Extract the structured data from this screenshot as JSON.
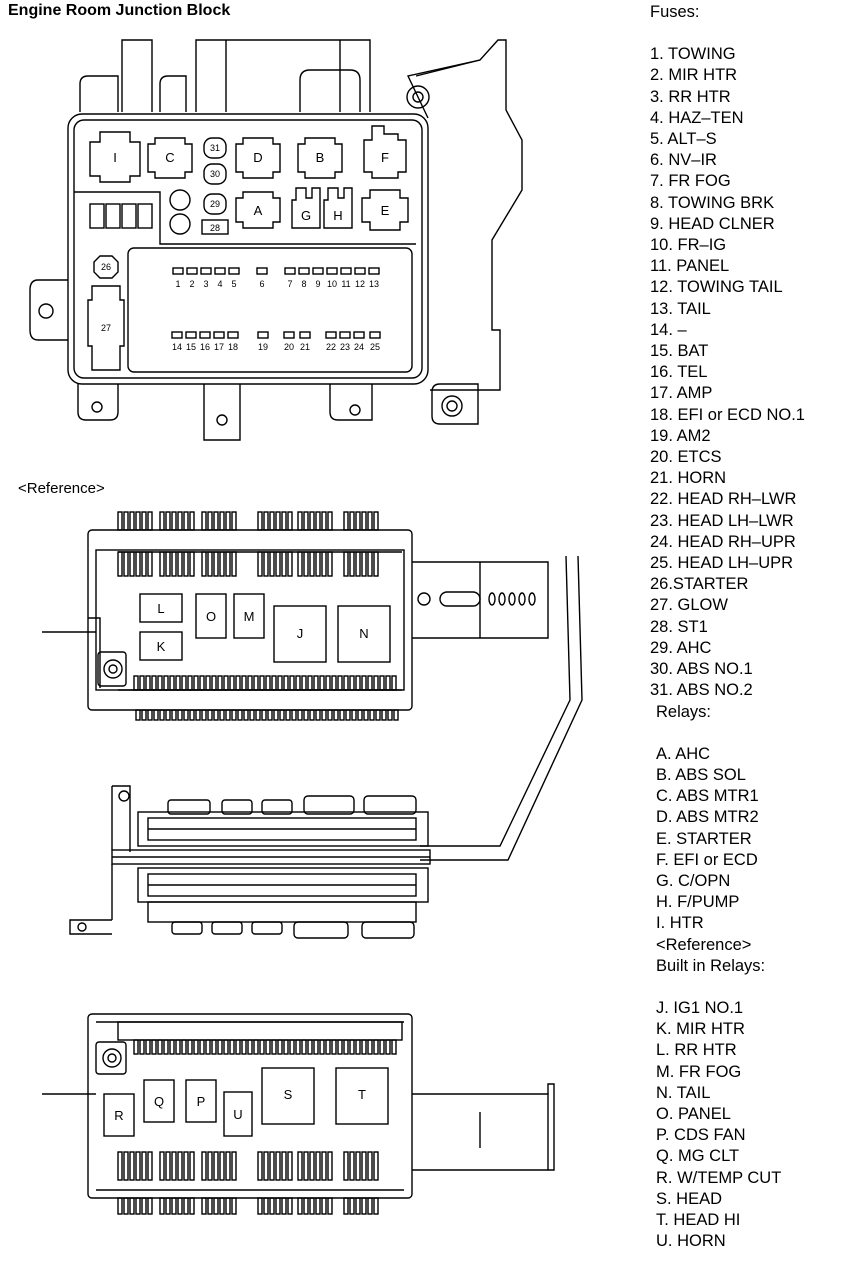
{
  "title": "Engine Room Junction Block",
  "reference_label": "<Reference>",
  "fuses_header": "Fuses:",
  "fuses": [
    "1. TOWING",
    "2. MIR HTR",
    "3. RR HTR",
    "4. HAZ–TEN",
    "5. ALT–S",
    "6. NV–IR",
    "7. FR FOG",
    "8. TOWING BRK",
    "9. HEAD CLNER",
    "10. FR–IG",
    "11. PANEL",
    "12. TOWING TAIL",
    "13. TAIL",
    "14. –",
    "15. BAT",
    "16. TEL",
    "17. AMP",
    "18. EFI or ECD NO.1",
    "19. AM2",
    "20. ETCS",
    "21. HORN",
    "22. HEAD RH–LWR",
    "23. HEAD LH–LWR",
    "24. HEAD RH–UPR",
    "25. HEAD LH–UPR",
    "26.STARTER",
    "27. GLOW",
    "28. ST1",
    "29. AHC",
    "30. ABS NO.1",
    "31. ABS NO.2"
  ],
  "relays_header": "Relays:",
  "relays": [
    "A. AHC",
    "B. ABS SOL",
    "C. ABS MTR1",
    "D. ABS MTR2",
    "E. STARTER",
    "F. EFI or ECD",
    "G. C/OPN",
    "H. F/PUMP",
    "I. HTR"
  ],
  "built_in_reference": "<Reference>",
  "built_in_header": "Built in Relays:",
  "built_in_relays": [
    "J. IG1 NO.1",
    "K. MIR HTR",
    "L. RR HTR",
    "M. FR FOG",
    "N. TAIL",
    "O. PANEL",
    "P. CDS FAN",
    "Q. MG CLT",
    "R. W/TEMP CUT",
    "S. HEAD",
    "T. HEAD HI",
    "U. HORN"
  ],
  "diagram_labels": {
    "top_relays": [
      "I",
      "C",
      "D",
      "B",
      "F",
      "A",
      "G",
      "H",
      "E"
    ],
    "small_fuses": [
      "31",
      "30",
      "29",
      "28",
      "26",
      "27"
    ],
    "fuse_row_1": [
      "1",
      "2",
      "3",
      "4",
      "5",
      "6",
      "7",
      "8",
      "9",
      "10",
      "11",
      "12",
      "13"
    ],
    "fuse_row_2": [
      "14",
      "15",
      "16",
      "17",
      "18",
      "19",
      "20",
      "21",
      "22",
      "23",
      "24",
      "25"
    ],
    "ref_upper": [
      "L",
      "K",
      "O",
      "M",
      "J",
      "N"
    ],
    "ref_lower": [
      "R",
      "Q",
      "P",
      "U",
      "S",
      "T"
    ]
  }
}
